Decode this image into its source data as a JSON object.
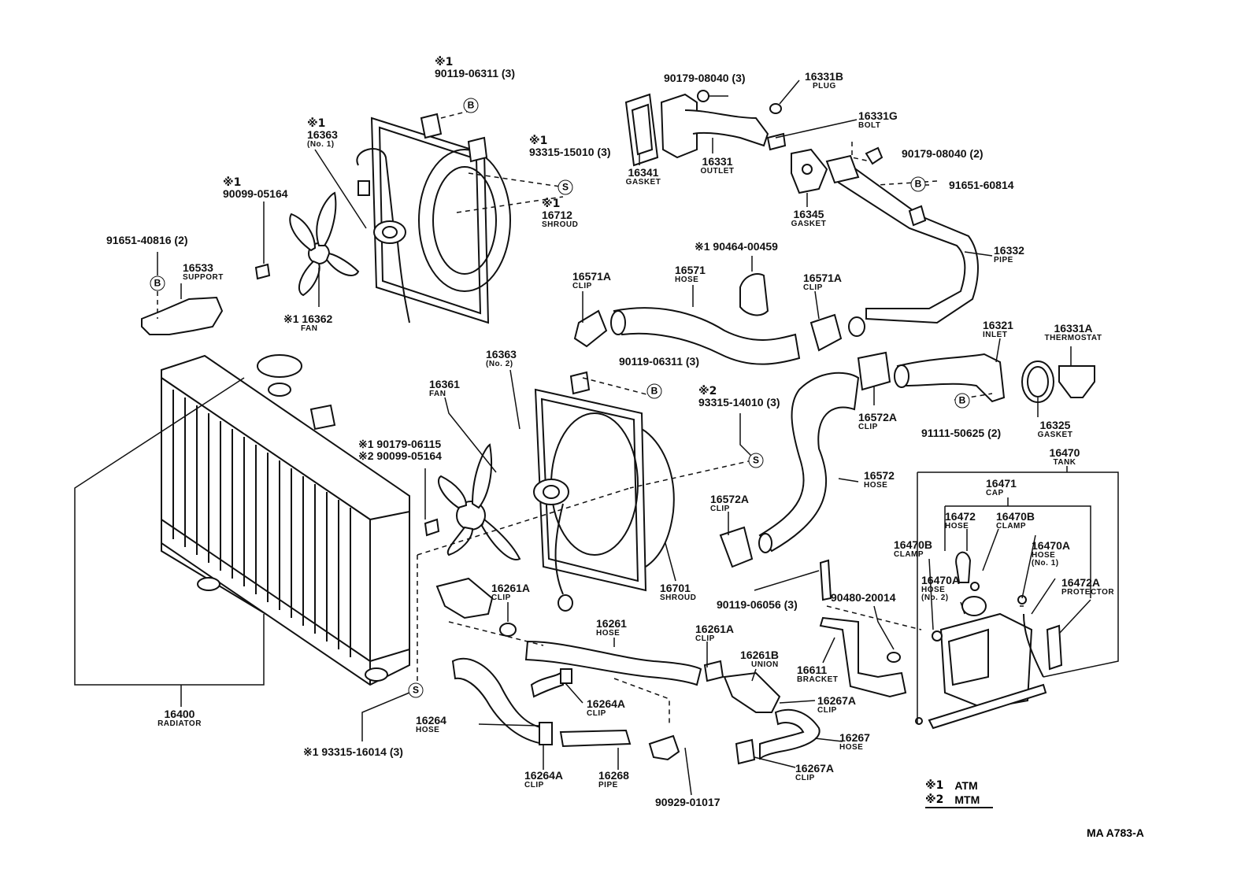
{
  "labels": {
    "a_90119_06311": {
      "pre": "※1",
      "pn": "90119-06311 (3)"
    },
    "a_16363_no1": {
      "pre": "※1",
      "pn": "16363",
      "nm": "(No. 1)"
    },
    "a_93315_15010": {
      "pre": "※1",
      "pn": "93315-15010 (3)"
    },
    "a_16712": {
      "pre": "※1",
      "pn": "16712",
      "nm": "SHROUD"
    },
    "a_90099_05164": {
      "pre": "※1",
      "pn": "90099-05164"
    },
    "a_91651_40816": {
      "pn": "91651-40816 (2)"
    },
    "a_16533": {
      "pn": "16533",
      "nm": "SUPPORT"
    },
    "a_16362": {
      "pn": "※1 16362",
      "nm": "FAN"
    },
    "a_90179_08040_3": {
      "pn": "90179-08040 (3)"
    },
    "a_16331b": {
      "pn": "16331B",
      "nm": "PLUG"
    },
    "a_16331g": {
      "pn": "16331G",
      "nm": "BOLT"
    },
    "a_16341": {
      "pn": "16341",
      "nm": "GASKET"
    },
    "a_16331": {
      "pn": "16331",
      "nm": "OUTLET"
    },
    "a_90179_08040_2": {
      "pn": "90179-08040 (2)"
    },
    "a_91651_60814": {
      "pn": "91651-60814"
    },
    "a_16345": {
      "pn": "16345",
      "nm": "GASKET"
    },
    "a_16332": {
      "pn": "16332",
      "nm": "PIPE"
    },
    "a_90464": {
      "pn": "※1 90464-00459"
    },
    "a_16571": {
      "pn": "16571",
      "nm": "HOSE"
    },
    "a_16571a_l": {
      "pn": "16571A",
      "nm": "CLIP"
    },
    "a_16571a_r": {
      "pn": "16571A",
      "nm": "CLIP"
    },
    "a_16321": {
      "pn": "16321",
      "nm": "INLET"
    },
    "a_16331a": {
      "pn": "16331A",
      "nm": "THERMOSTAT"
    },
    "a_16363_no2": {
      "pn": "16363",
      "nm": "(No. 2)"
    },
    "a_90119_06311b": {
      "pn": "90119-06311 (3)"
    },
    "a_16361": {
      "pn": "16361",
      "nm": "FAN"
    },
    "a_93315_14010": {
      "pre": "※2",
      "pn": "93315-14010 (3)"
    },
    "a_16572a_t": {
      "pn": "16572A",
      "nm": "CLIP"
    },
    "a_91111": {
      "pn": "91111-50625 (2)"
    },
    "a_16325": {
      "pn": "16325",
      "nm": "GASKET"
    },
    "a_90179_06115": {
      "pn": "※1 90179-06115"
    },
    "a_90099_05164b": {
      "pn": "※2 90099-05164"
    },
    "a_16470": {
      "pn": "16470",
      "nm": "TANK"
    },
    "a_16572": {
      "pn": "16572",
      "nm": "HOSE"
    },
    "a_16471": {
      "pn": "16471",
      "nm": "CAP"
    },
    "a_16572a_b": {
      "pn": "16572A",
      "nm": "CLIP"
    },
    "a_16472": {
      "pn": "16472",
      "nm": "HOSE"
    },
    "a_16470b_t": {
      "pn": "16470B",
      "nm": "CLAMP"
    },
    "a_16470b_l": {
      "pn": "16470B",
      "nm": "CLAMP"
    },
    "a_16470a_no1": {
      "pn": "16470A",
      "nm": "HOSE (No. 1)"
    },
    "a_16470a_no2": {
      "pn": "16470A",
      "nm": "HOSE (No. 2)"
    },
    "a_16472a": {
      "pn": "16472A",
      "nm": "PROTECTOR"
    },
    "a_16701": {
      "pn": "16701",
      "nm": "SHROUD"
    },
    "a_16261a_t": {
      "pn": "16261A",
      "nm": "CLIP"
    },
    "a_90119_06056": {
      "pn": "90119-06056 (3)"
    },
    "a_90480": {
      "pn": "90480-20014"
    },
    "a_16261": {
      "pn": "16261",
      "nm": "HOSE"
    },
    "a_16261a_r": {
      "pn": "16261A",
      "nm": "CLIP"
    },
    "a_16261b": {
      "pn": "16261B",
      "nm": "UNION"
    },
    "a_16611": {
      "pn": "16611",
      "nm": "BRACKET"
    },
    "a_16264a_t": {
      "pn": "16264A",
      "nm": "CLIP"
    },
    "a_16267a_t": {
      "pn": "16267A",
      "nm": "CLIP"
    },
    "a_16400": {
      "pn": "16400",
      "nm": "RADIATOR"
    },
    "a_16264": {
      "pn": "16264",
      "nm": "HOSE"
    },
    "a_16267": {
      "pn": "16267",
      "nm": "HOSE"
    },
    "a_93315_16014": {
      "pn": "※1 93315-16014 (3)"
    },
    "a_16264a_b": {
      "pn": "16264A",
      "nm": "CLIP"
    },
    "a_16268": {
      "pn": "16268",
      "nm": "PIPE"
    },
    "a_16267a_b": {
      "pn": "16267A",
      "nm": "CLIP"
    },
    "a_90929": {
      "pn": "90929-01017"
    }
  },
  "badges": {
    "b": "B",
    "s": "S"
  },
  "legend": {
    "row1": {
      "mark": "※1",
      "text": "ATM"
    },
    "row2": {
      "mark": "※2",
      "text": "MTM"
    }
  },
  "drawing_code": "MA A783-A"
}
